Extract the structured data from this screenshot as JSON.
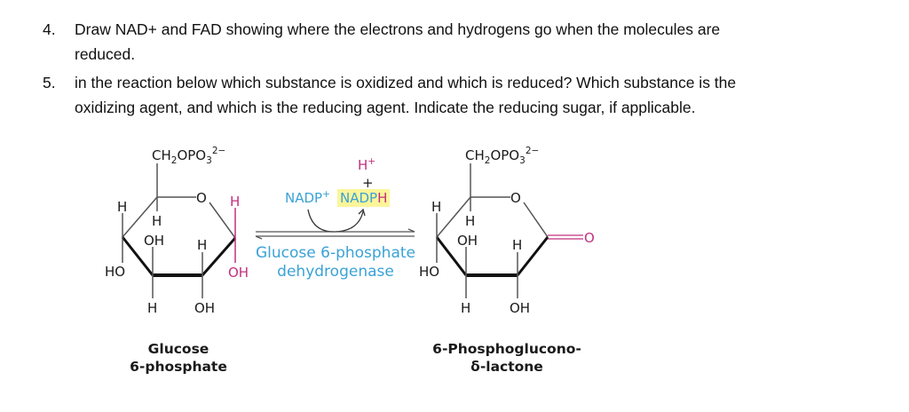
{
  "questions": [
    {
      "number": "4.",
      "line1": "Draw NAD+ and FAD showing where the electrons and hydrogens go when the molecules are",
      "line2": "reduced."
    },
    {
      "number": "5.",
      "line1": "in the reaction below which substance is oxidized and which is reduced? Which substance is the",
      "line2": "oxidizing agent, and which is the reducing agent. Indicate the reducing sugar, if applicable."
    }
  ],
  "reaction": {
    "substrate": {
      "name_line1": "Glucose",
      "name_line2": "6-phosphate",
      "top_group": "CH2OPO3 2−",
      "labels": {
        "c4_top_H": "H",
        "c4_bottom_HO": "HO",
        "c5_H": "H",
        "c3_OH": "OH",
        "c3_H": "H",
        "c2_H": "H",
        "c2_OH": "OH",
        "ring_O": "O",
        "c1_H": "H",
        "c1_OH": "OH"
      }
    },
    "product": {
      "name_line1": "6-Phosphoglucono-",
      "name_line2": "δ-lactone",
      "top_group": "CH2OPO3 2−",
      "labels": {
        "c4_top_H": "H",
        "c4_bottom_HO": "HO",
        "c5_H": "H",
        "c3_OH": "OH",
        "c3_H": "H",
        "c2_H": "H",
        "c2_OH": "OH",
        "ring_O": "O",
        "carbonyl_O": "O"
      }
    },
    "cofactor": {
      "reactant": "NADP",
      "reactant_charge": "+",
      "product": "NADP",
      "product_H": "H",
      "proton": "H",
      "proton_charge": "+",
      "plus": "+"
    },
    "enzyme": {
      "line1": "Glucose 6-phosphate",
      "line2": "dehydrogenase"
    },
    "colors": {
      "highlight_pink": "#c2307f",
      "cofactor_blue": "#3aa2d6",
      "nadph_highlight": "#fbf59a",
      "bond": "#555555"
    }
  }
}
